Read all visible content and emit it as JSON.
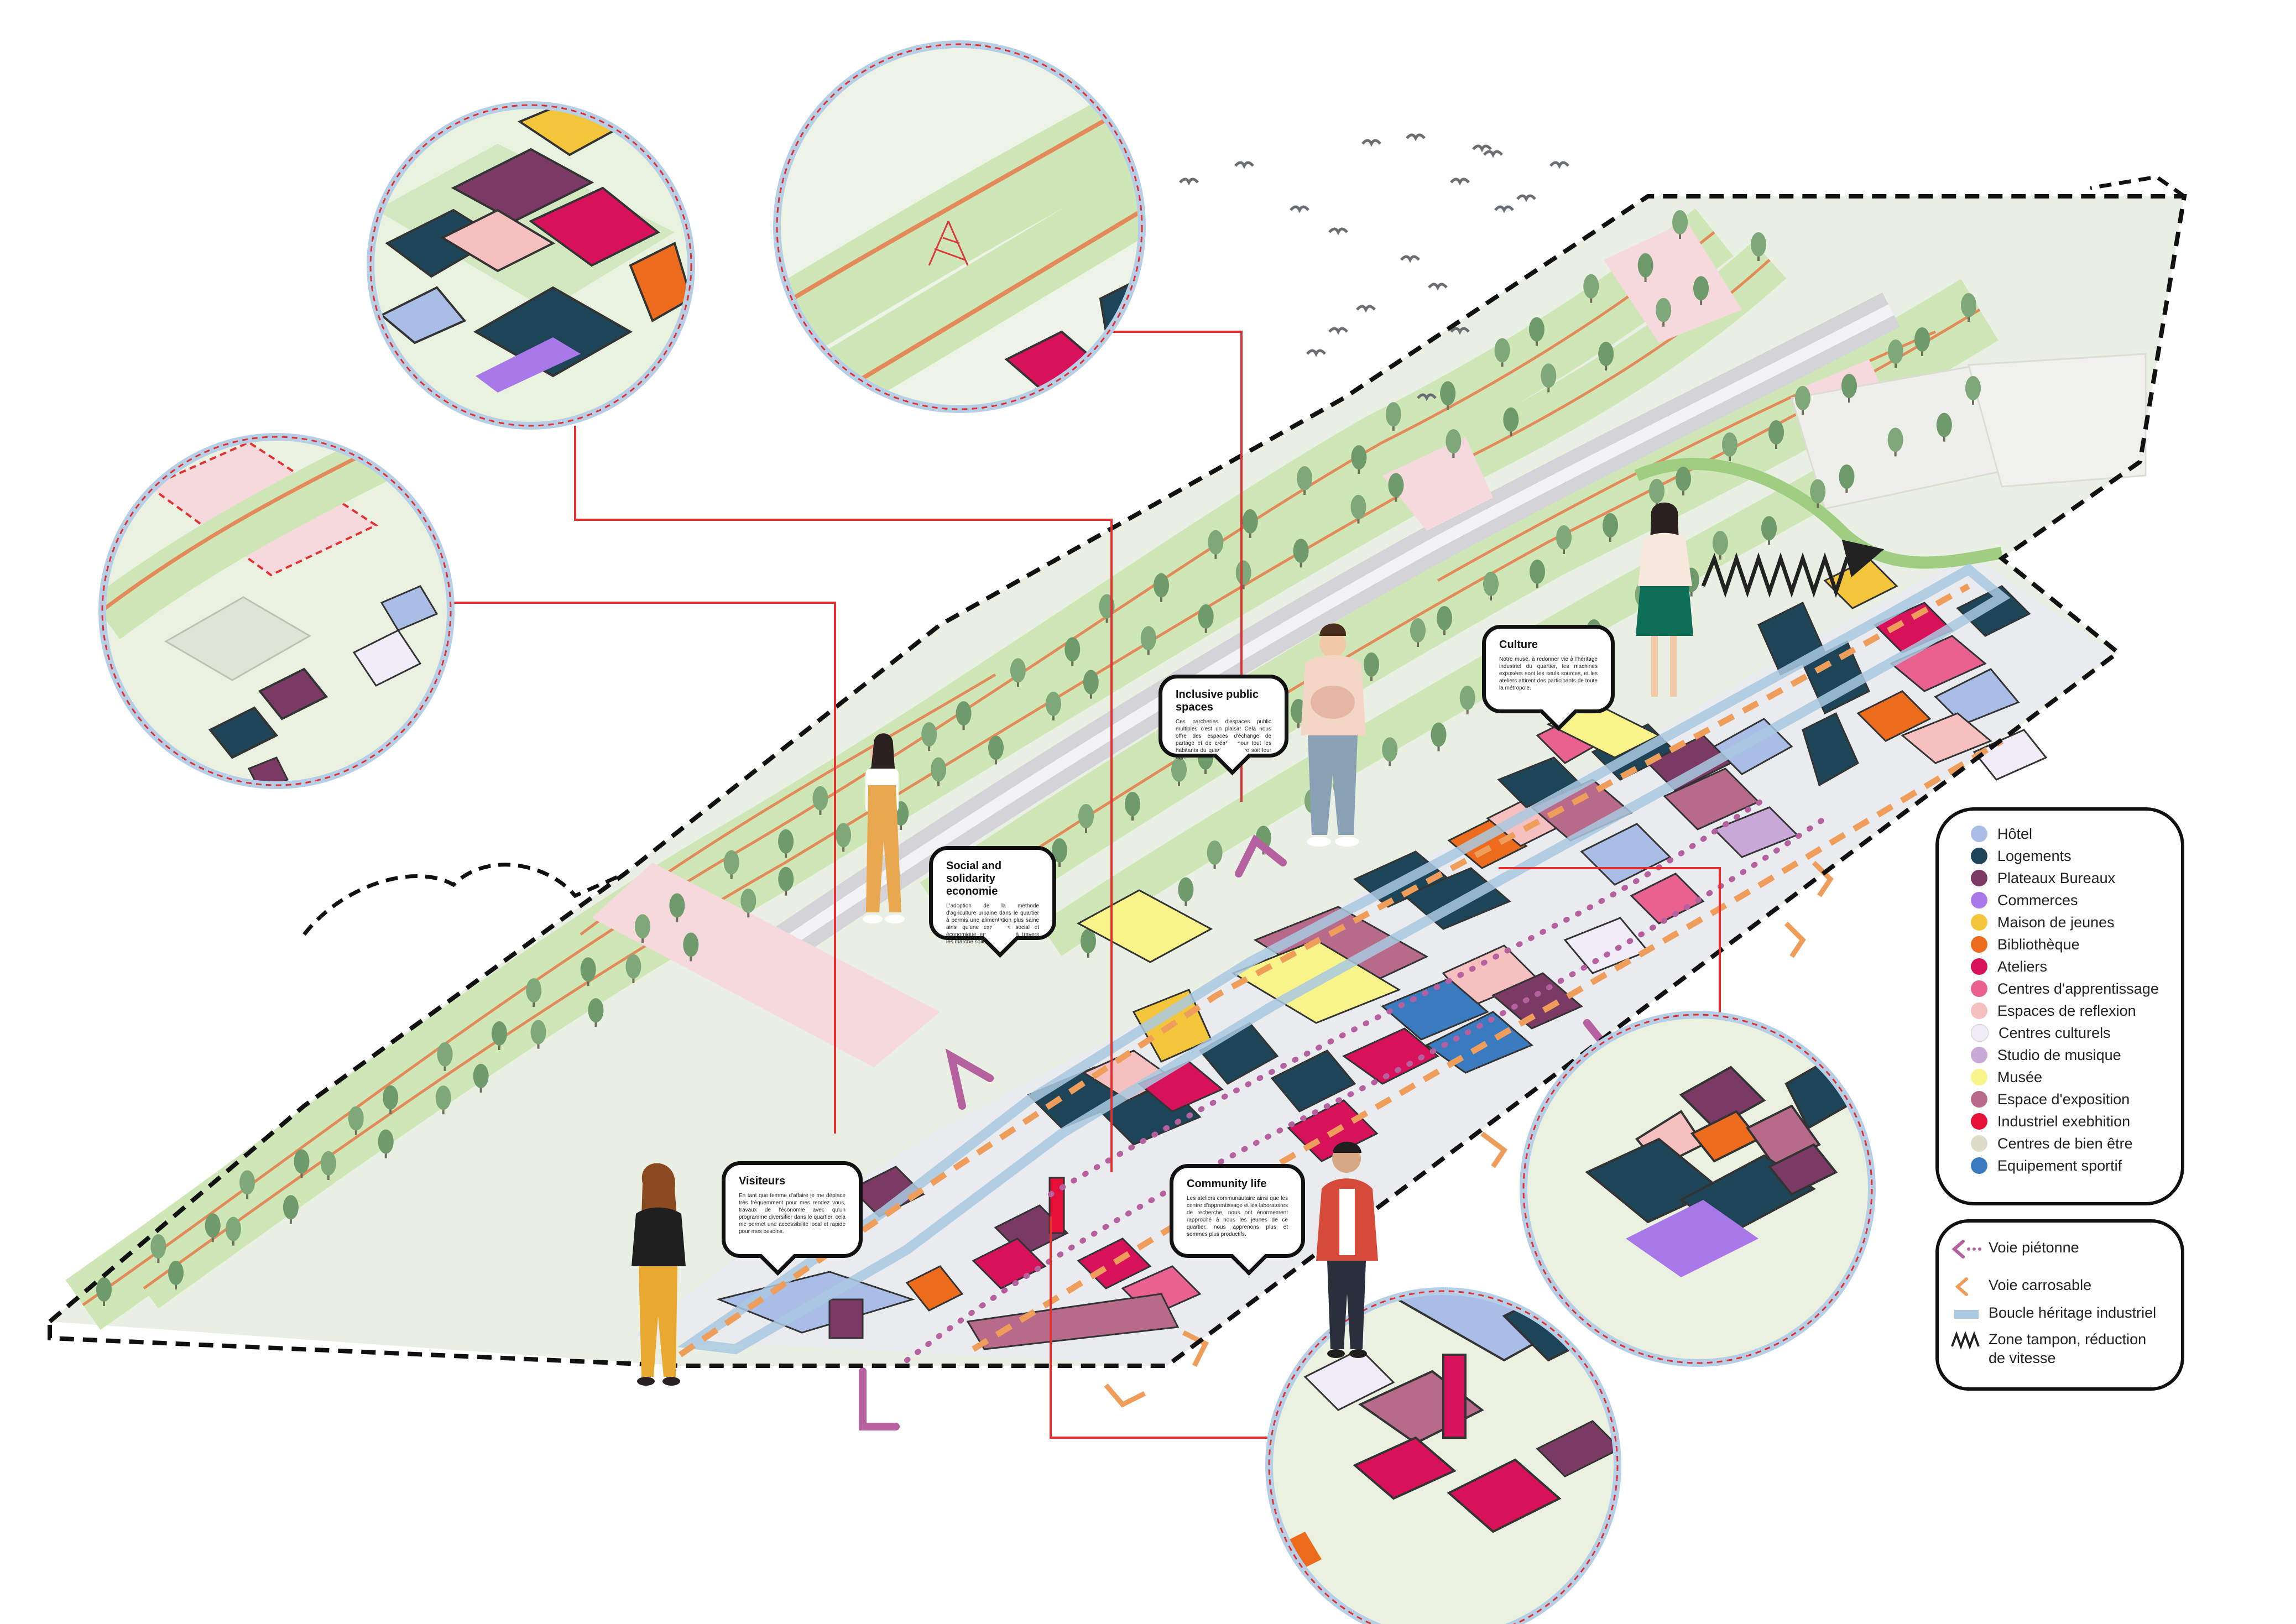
{
  "colors": {
    "green_light": "#cfe6b7",
    "green_path": "#9fce82",
    "tree": "#7fa87a",
    "tree_dark": "#5d8a5e",
    "pink_zone": "#f6d9dc",
    "gray_road": "#e7e7ea",
    "red_line": "#e0302f",
    "orange_route": "#ef9d5b",
    "violet_route": "#b5609f",
    "heritage_blue": "#a9c9e0",
    "dash_boundary": "#111111"
  },
  "bubbles": {
    "social": {
      "title": "Social and solidarity economie",
      "text": "L'adoption de la méthode d'agriculture urbaine dans le quartier à permis une alimentation plus saine ainsi qu'une expérience social et économique enrichissante à travers les marché solidaire."
    },
    "inclusive": {
      "title": "Inclusive public spaces",
      "text": "Ces parcheries d'espaces public multiples c'est un plaisir! Cela nous offre des espaces d'échange de partage et de création pour tout les habitants du quartier quelque soit leur age."
    },
    "culture": {
      "title": "Culture",
      "text": "Notre musé, à redonner vie à l'héritage industriel du quartier, les machines exposées sont les seuls sources, et les ateliers attirent des participants de toute la métropole."
    },
    "visiteurs": {
      "title": "Visiteurs",
      "text": "En tant que femme d'affaire je me déplace très fréquemment pour mes rendez vous, travaux de l'économie avec qu'un programme diversifier dans le quartier, cela me permet une accessibilité local et rapide pour mes besoins."
    },
    "community": {
      "title": "Community life",
      "text": "Les ateliers communautaire ainsi que les centre d'apprentissage et les laboratoires de recherche, nous ont énormement rapproché à nous les jeunes de ce quartier, nous apprenons plus et sommes plus productifs."
    }
  },
  "legend": {
    "items": [
      {
        "label": "Hôtel",
        "color": "#a9bde6"
      },
      {
        "label": "Logements",
        "color": "#1e4557"
      },
      {
        "label": "Plateaux Bureaux",
        "color": "#7a3a64"
      },
      {
        "label": "Commerces",
        "color": "#a878e8"
      },
      {
        "label": "Maison de jeunes",
        "color": "#f2c53b"
      },
      {
        "label": "Bibliothèque",
        "color": "#ec6b1c"
      },
      {
        "label": "Ateliers",
        "color": "#d8125a"
      },
      {
        "label": "Centres d'apprentissage",
        "color": "#e8618f"
      },
      {
        "label": "Espaces de reflexion",
        "color": "#f6c0c0"
      },
      {
        "label": "Centres culturels",
        "color": "#f0ecf8"
      },
      {
        "label": "Studio de musique",
        "color": "#c8a9d8"
      },
      {
        "label": "Musée",
        "color": "#f9f48a"
      },
      {
        "label": "Espace d'exposition",
        "color": "#b76a8a"
      },
      {
        "label": "Industriel exebhition",
        "color": "#e4103a"
      },
      {
        "label": "Centres de bien être",
        "color": "#dcdcc8"
      },
      {
        "label": "Equipement sportif",
        "color": "#3a7bc0"
      }
    ]
  },
  "legend2": {
    "pedestrian": "Voie piétonne",
    "road": "Voie carrosable",
    "heritage": "Boucle héritage industriel",
    "buffer_line1": "Zone tampon, réduction",
    "buffer_line2": "de vitesse"
  }
}
